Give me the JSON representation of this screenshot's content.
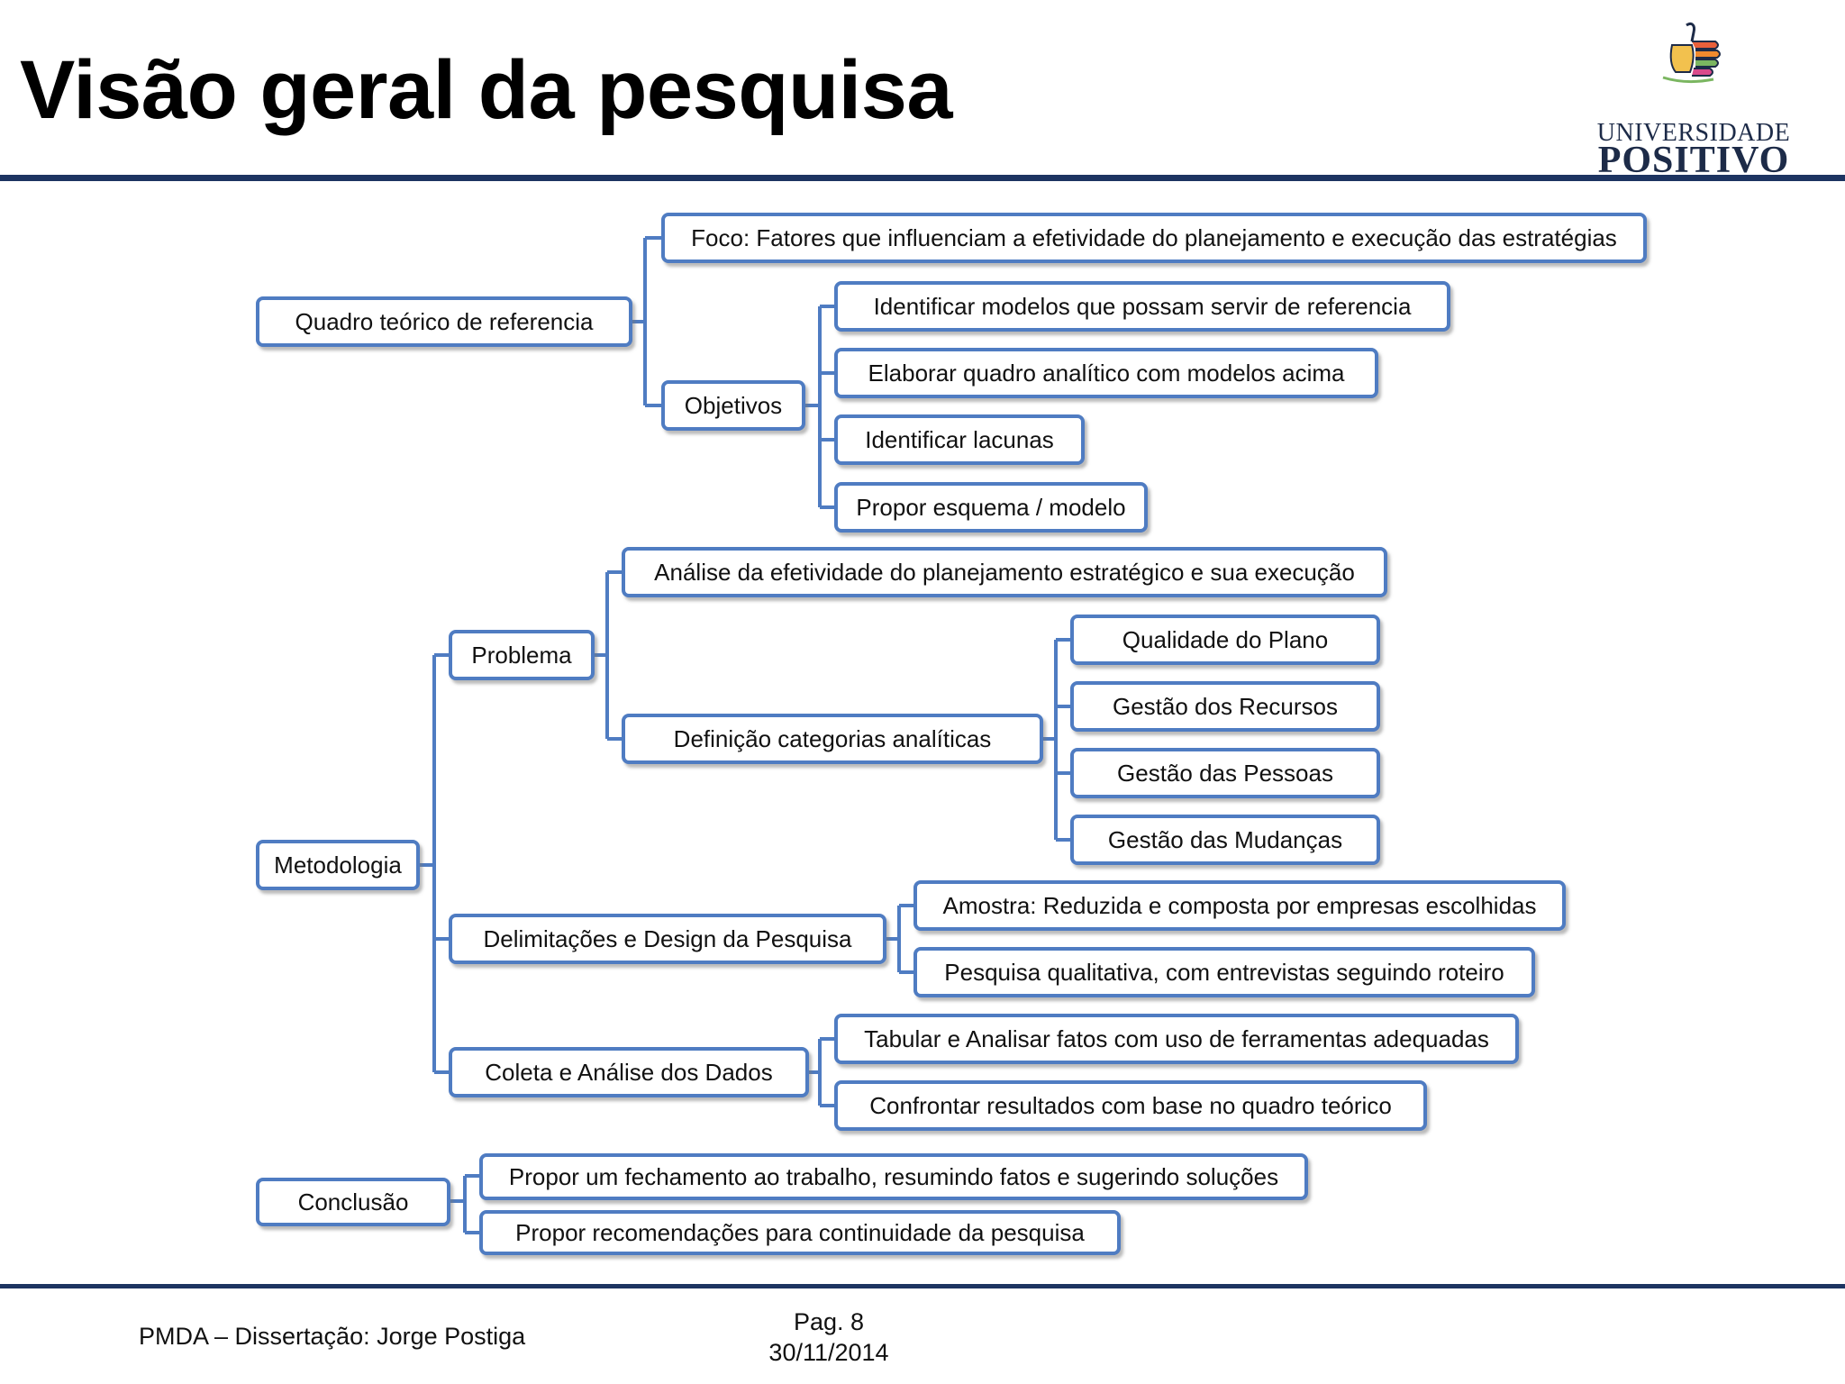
{
  "slide": {
    "title": "Visão geral da pesquisa"
  },
  "logo": {
    "line1": "UNIVERSIDADE",
    "line2": "POSITIVO",
    "icon": "thumbs-up-icon"
  },
  "colors": {
    "border": "#4f7cc2",
    "rule": "#1d3461"
  },
  "diagram": {
    "quadro": "Quadro teórico de referencia",
    "foco": "Foco: Fatores que influenciam a efetividade do planejamento e execução das estratégias",
    "objetivos": "Objetivos",
    "objetivos_items": [
      "Identificar modelos  que possam servir de referencia",
      "Elaborar quadro analítico com modelos acima",
      "Identificar lacunas",
      "Propor esquema / modelo"
    ],
    "metodologia": "Metodologia",
    "problema": "Problema",
    "analise": "Análise da efetividade do planejamento estratégico e sua execução",
    "definicao": "Definição categorias analíticas",
    "categorias": [
      "Qualidade do Plano",
      "Gestão dos Recursos",
      "Gestão das Pessoas",
      "Gestão das Mudanças"
    ],
    "delimitacoes": "Delimitações e Design da Pesquisa",
    "delimitacoes_items": [
      "Amostra: Reduzida e composta por empresas escolhidas",
      "Pesquisa qualitativa, com entrevistas seguindo roteiro"
    ],
    "coleta": "Coleta e  Análise dos Dados",
    "coleta_items": [
      "Tabular e Analisar fatos com uso de ferramentas adequadas",
      "Confrontar resultados com base no quadro teórico"
    ],
    "conclusao": "Conclusão",
    "conclusao_items": [
      "Propor um fechamento ao trabalho, resumindo fatos e sugerindo soluções",
      "Propor recomendações para continuidade da pesquisa"
    ]
  },
  "footer": {
    "left": "PMDA – Dissertação: Jorge Postiga",
    "page": "Pag. 8",
    "date": "30/11/2014"
  }
}
